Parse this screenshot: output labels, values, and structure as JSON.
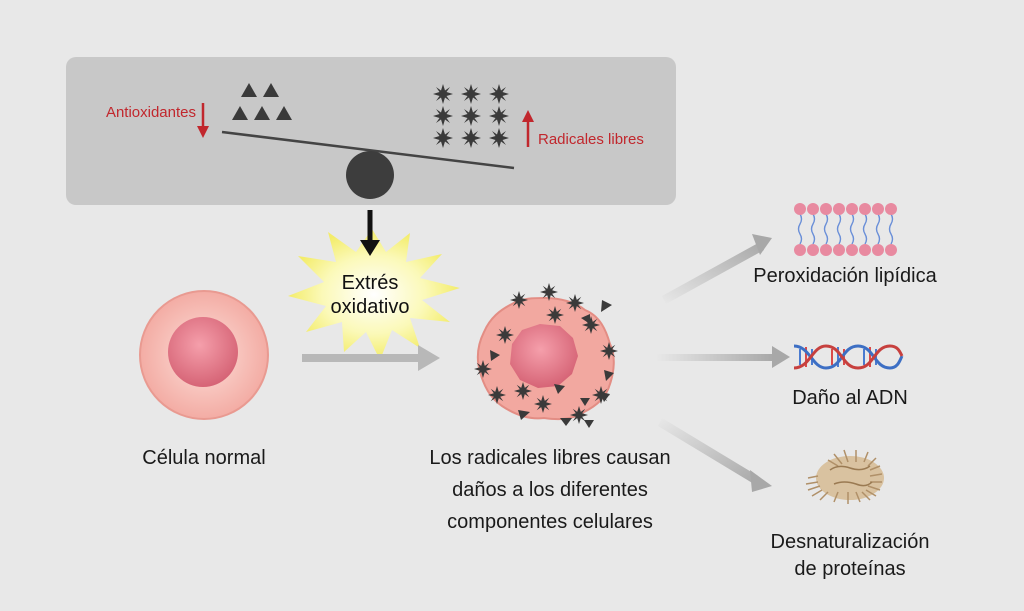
{
  "balance": {
    "left_label": "Antioxidantes",
    "right_label": "Radicales libres"
  },
  "stress_label_line1": "Extrés",
  "stress_label_line2": "oxidativo",
  "normal_cell_label": "Célula normal",
  "damaged_cell_label_line1": "Los radicales libres causan",
  "damaged_cell_label_line2": "daños a los diferentes",
  "damaged_cell_label_line3": "componentes celulares",
  "outcomes": {
    "lipid": "Peroxidación lipídica",
    "dna": "Daño al ADN",
    "protein_line1": "Desnaturalización",
    "protein_line2": "de proteínas"
  },
  "colors": {
    "background": "#e8e8e8",
    "panel": "#c8c8c8",
    "indicator_red": "#c1272d",
    "cell_outer": "#f4b8b0",
    "nucleus": "#e07a87",
    "radical": "#3a3a3a",
    "burst": "#fbf7a0"
  }
}
